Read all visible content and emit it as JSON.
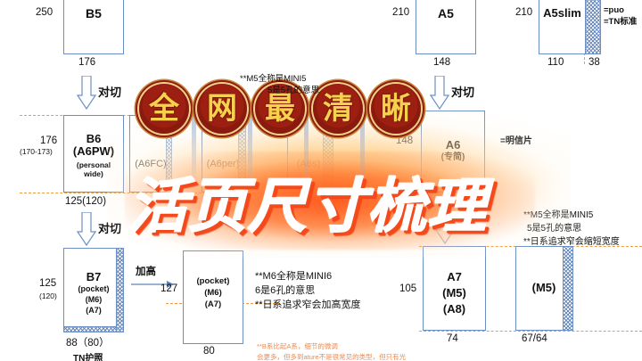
{
  "title_overlay": {
    "seal_chars": [
      "全",
      "网",
      "最",
      "清",
      "晰"
    ],
    "main_title": "活页尺寸梳理"
  },
  "columns": {
    "left": {
      "boxes": [
        {
          "name": "B5",
          "label_lines": [
            "B5"
          ],
          "height_label": "250",
          "width_label": "176",
          "sub_height_label": ""
        },
        {
          "name": "B6",
          "label_lines": [
            "B6",
            "(A6PW)"
          ],
          "sub_lines": [
            "(personal",
            "wide)"
          ],
          "height_label": "176",
          "height_sub_label": "(170-173)",
          "width_label": "125(120)"
        },
        {
          "name": "B7",
          "label_lines": [
            "B7"
          ],
          "sub_lines": [
            "(pocket)",
            "(M6)",
            "(A7)"
          ],
          "height_label": "125",
          "height_sub_label": "(120)",
          "width_label": "88（80）",
          "footer_label": "TN护照"
        }
      ],
      "arrows": [
        {
          "label": "对切"
        },
        {
          "label": "对切"
        }
      ]
    },
    "middle": {
      "boxes": [
        {
          "label": "(A6FC)"
        },
        {
          "label": "(A6per)"
        },
        {
          "label": "(A6s)"
        }
      ],
      "pocket_box": {
        "label_lines": [
          "(pocket)",
          "(M6)",
          "(A7)"
        ],
        "height_label": "127",
        "width_label": "80"
      },
      "grow_arrow_label": "加高",
      "notes": [
        "**M6全称是MINI6",
        "  6是6孔的意思",
        "**日系追求窄会加高宽度"
      ],
      "footer_note": [
        "**B系比起A系，细节的微调",
        "会更多，但多到ature不是很常见的类型，但只有光"
      ]
    },
    "right": {
      "boxes": [
        {
          "name": "A5",
          "label_lines": [
            "A5"
          ],
          "height_label": "210",
          "width_label": "148"
        },
        {
          "name": "A5slim",
          "label_lines": [
            "A5slim"
          ],
          "height_label": "210",
          "width_label": "110",
          "spine_label": "38",
          "side_notes": [
            "=puo",
            "=TN标准"
          ]
        },
        {
          "name": "A6",
          "label_lines": [
            "A6"
          ],
          "sub_lines": [
            "(专简)"
          ],
          "height_label": "148",
          "side_note": "=明信片"
        },
        {
          "name": "A7",
          "label_lines": [
            "A7",
            "(M5)",
            "(A8)"
          ],
          "height_label": "105",
          "width_label": "74"
        },
        {
          "name": "M5",
          "label_lines": [
            "(M5)"
          ],
          "width_label": "67/64"
        }
      ],
      "arrows": [
        {
          "label": "对切"
        },
        {
          "label": "对切"
        }
      ],
      "notes": [
        "**M5全称是MINI5",
        "  5是5孔的意思",
        "**日系追求窄会缩短宽度"
      ],
      "top_note": [
        "**M5全称是MINI5",
        "5是5孔的意思"
      ]
    }
  },
  "colors": {
    "box_stroke": "#6d90c4",
    "guide_dash": "#f09a3e",
    "title_fill": "#ffffff",
    "title_shadow": "#f4491a",
    "seal_body": "#9c1f12",
    "seal_glyph": "#f6d14e"
  }
}
